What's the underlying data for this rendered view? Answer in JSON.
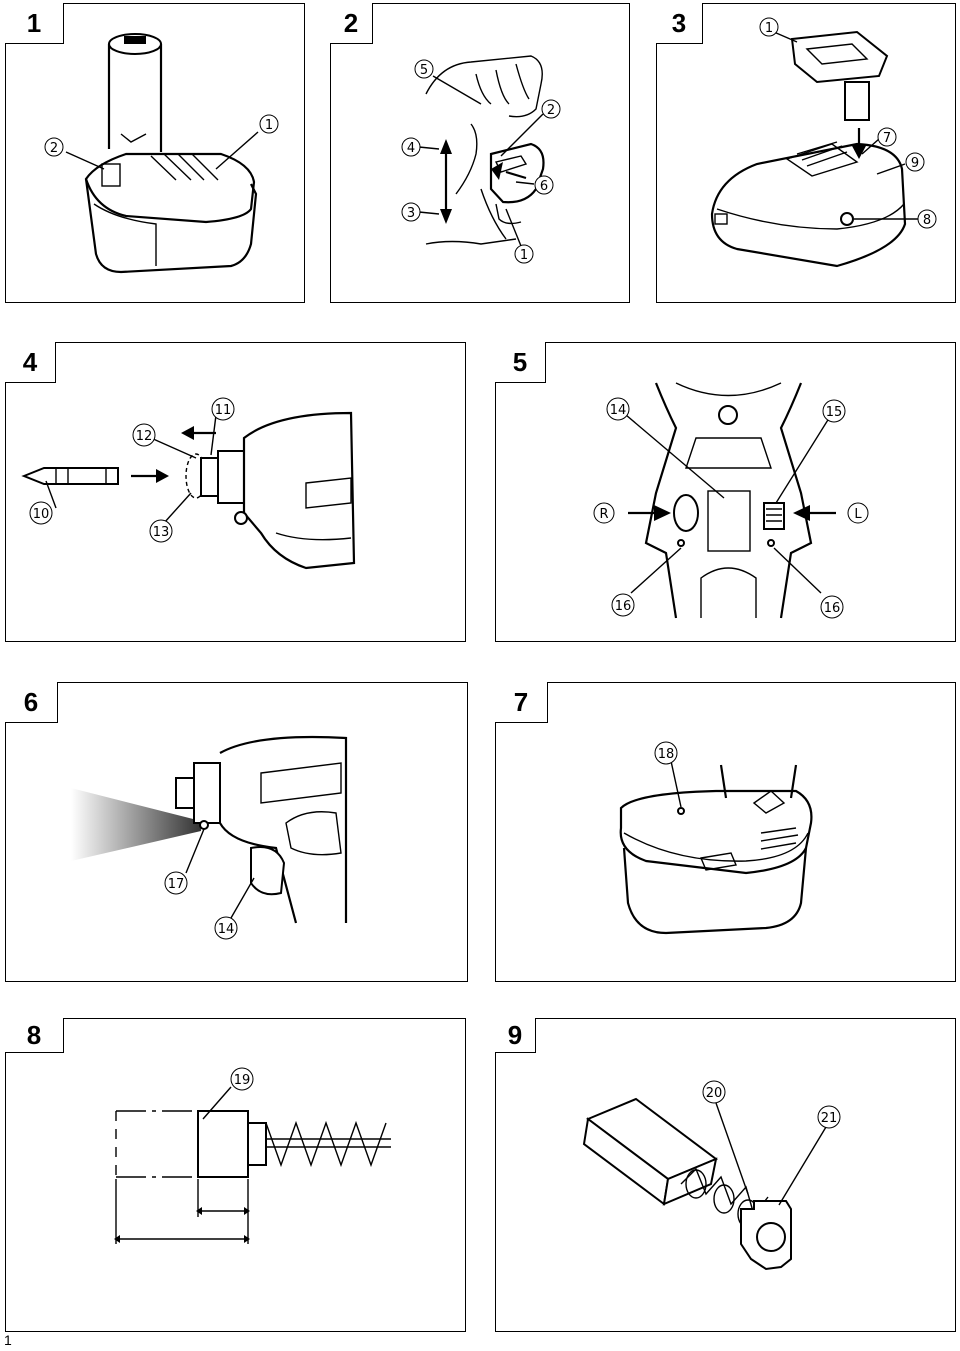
{
  "page": {
    "number": "1"
  },
  "panels": [
    {
      "id": "1",
      "number": "1",
      "callouts": [
        "2",
        "1"
      ]
    },
    {
      "id": "2",
      "number": "2",
      "callouts": [
        "5",
        "2",
        "4",
        "6",
        "3",
        "1"
      ]
    },
    {
      "id": "3",
      "number": "3",
      "callouts": [
        "1",
        "7",
        "9",
        "8"
      ]
    },
    {
      "id": "4",
      "number": "4",
      "callouts": [
        "11",
        "12",
        "10",
        "13"
      ]
    },
    {
      "id": "5",
      "number": "5",
      "callouts": [
        "14",
        "15",
        "R",
        "L",
        "16",
        "16"
      ]
    },
    {
      "id": "6",
      "number": "6",
      "callouts": [
        "17",
        "14"
      ]
    },
    {
      "id": "7",
      "number": "7",
      "callouts": [
        "18"
      ]
    },
    {
      "id": "8",
      "number": "8",
      "callouts": [
        "19"
      ]
    },
    {
      "id": "9",
      "number": "9",
      "callouts": [
        "20",
        "21"
      ]
    }
  ]
}
